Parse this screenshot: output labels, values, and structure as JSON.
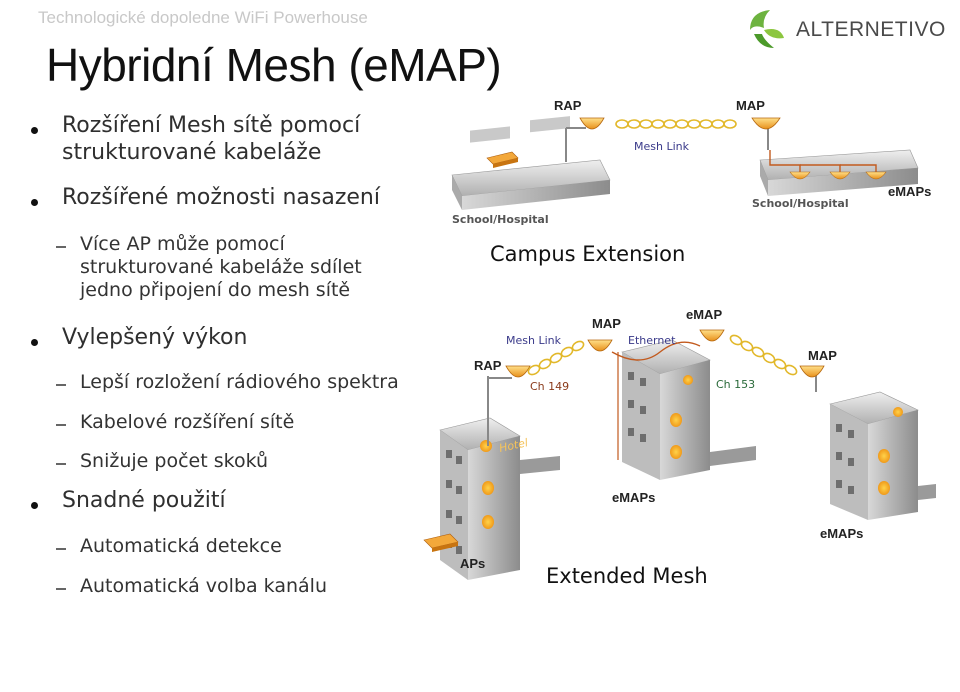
{
  "header": {
    "top_line": "Technologické dopoledne WiFi Powerhouse",
    "title": "Hybridní Mesh (eMAP)",
    "logo_text": "ALTERNETIVO"
  },
  "bullets": [
    {
      "level": 1,
      "text": "Rozšíření Mesh sítě pomocí strukturované kabeláže"
    },
    {
      "level": 1,
      "text": "Rozšířené možnosti nasazení"
    },
    {
      "level": 2,
      "text": "Více AP může pomocí strukturované kabeláže sdílet jedno připojení do mesh sítě"
    },
    {
      "level": 1,
      "text": "Vylepšený výkon"
    },
    {
      "level": 2,
      "text": "Lepší rozložení rádiového spektra"
    },
    {
      "level": 2,
      "text": "Kabelové rozšíření sítě"
    },
    {
      "level": 2,
      "text": "Snižuje počet skoků"
    },
    {
      "level": 1,
      "text": "Snadné použití"
    },
    {
      "level": 2,
      "text": "Automatická detekce"
    },
    {
      "level": 2,
      "text": "Automatická volba kanálu"
    }
  ],
  "diagram": {
    "top": {
      "rap": "RAP",
      "map": "MAP",
      "mesh_link": "Mesh Link",
      "school_left": "School/Hospital",
      "school_right": "School/Hospital",
      "emaps": "eMAPs",
      "caption": "Campus Extension"
    },
    "bottom": {
      "rap": "RAP",
      "mesh_link": "Mesh Link",
      "ch149": "Ch 149",
      "map_mid": "MAP",
      "ethernet": "Ethernet",
      "emap": "eMAP",
      "ch153": "Ch 153",
      "map_right": "MAP",
      "aps": "APs",
      "emaps_mid": "eMAPs",
      "emaps_right": "eMAPs",
      "caption": "Extended Mesh",
      "hotel": "Hotel"
    }
  },
  "colors": {
    "antenna": "#f5a623",
    "link": "#e8c22a",
    "building": "#9a9a9a",
    "cable": "#c25a1e",
    "logo_green": "#6db33f"
  }
}
